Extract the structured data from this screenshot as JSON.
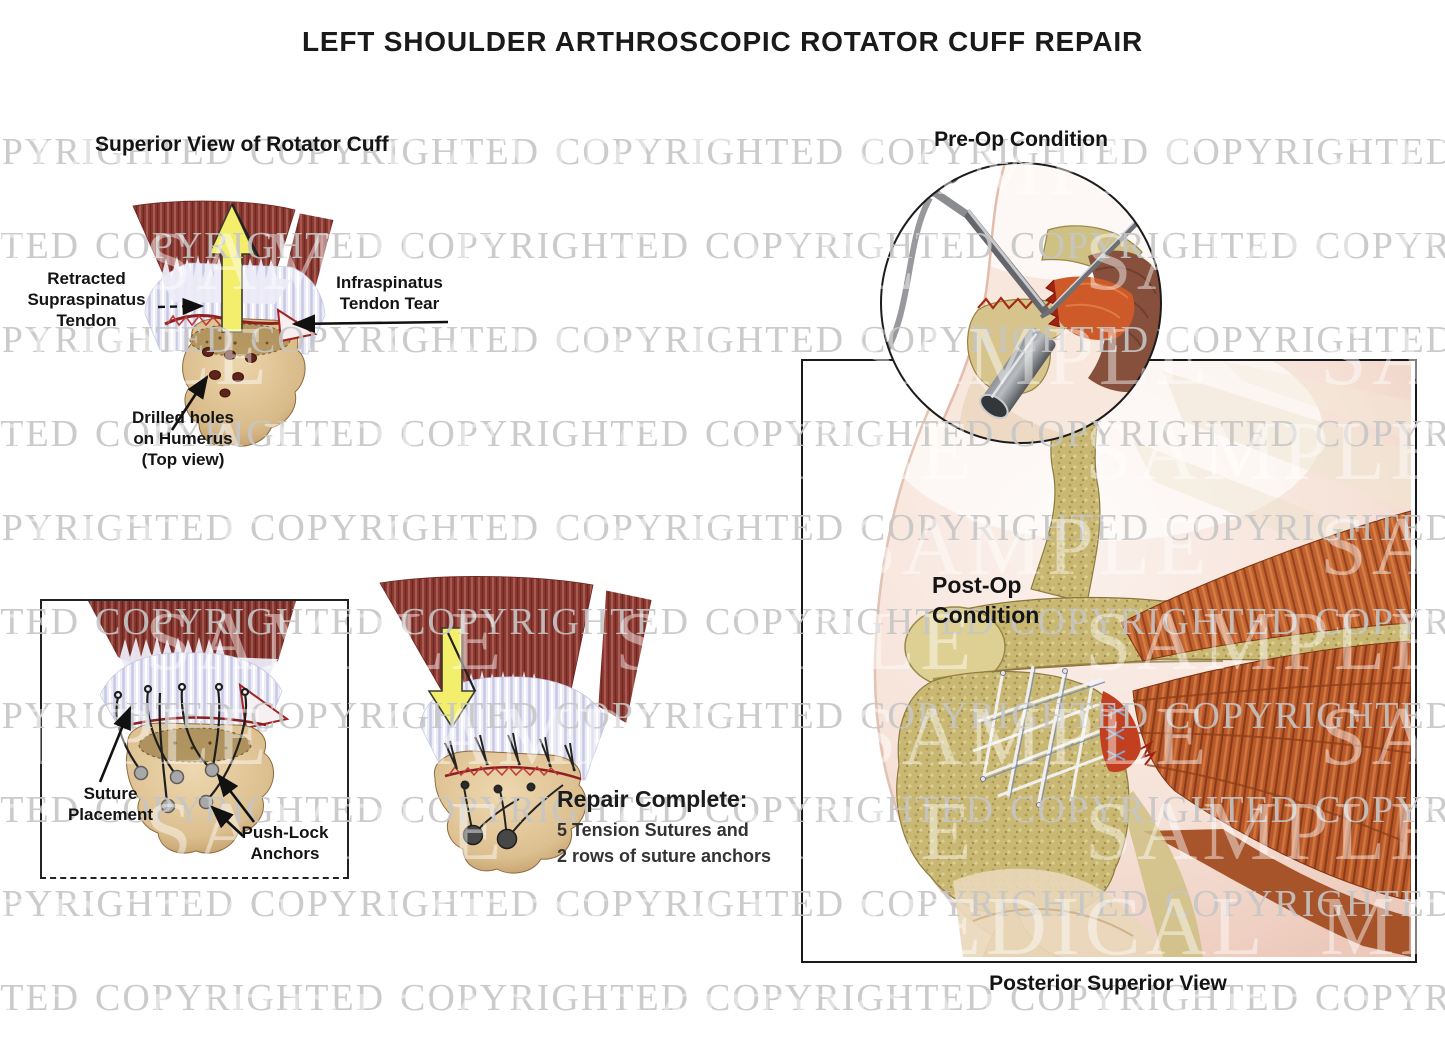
{
  "title": "LEFT SHOULDER ARTHROSCOPIC ROTATOR CUFF REPAIR",
  "sections": {
    "superior_view": {
      "heading": "Superior View of Rotator Cuff",
      "labels": {
        "retracted": "Retracted\nSupraspinatus\nTendon",
        "tear": "Infraspinatus\nTendon Tear",
        "holes": "Drilled holes\non Humerus\n(Top view)"
      }
    },
    "pre_op": {
      "heading": "Pre-Op Condition"
    },
    "suture_box": {
      "labels": {
        "suture_placement": "Suture\nPlacement",
        "anchors": "Push-Lock\nAnchors"
      }
    },
    "repair": {
      "heading": "Repair Complete:",
      "details": [
        "5 Tension Sutures and",
        "2 rows of suture anchors"
      ]
    },
    "post_op": {
      "label": "Post-Op\nCondition",
      "caption": "Posterior Superior View"
    }
  },
  "watermarks": {
    "small_text": "COPYRIGHTED",
    "large_text": "SAMPLE",
    "large_text_bottom": "MEDICAL",
    "small_color": "#c5c5c5",
    "large_color": "#ffffff"
  },
  "colors": {
    "muscle_red": "#8d3a33",
    "tendon_lavender": "#ecebf7",
    "bone_tan": "#dcc293",
    "bone_khaki": "#c9b873",
    "muscle_orange": "#bf6130",
    "skin": "#f6e2d8",
    "arrow_yellow": "#f4ee6d",
    "suture_dark": "#2e2e2e",
    "anchor_gray": "#a0a0a0",
    "tear_red": "#a32222"
  }
}
